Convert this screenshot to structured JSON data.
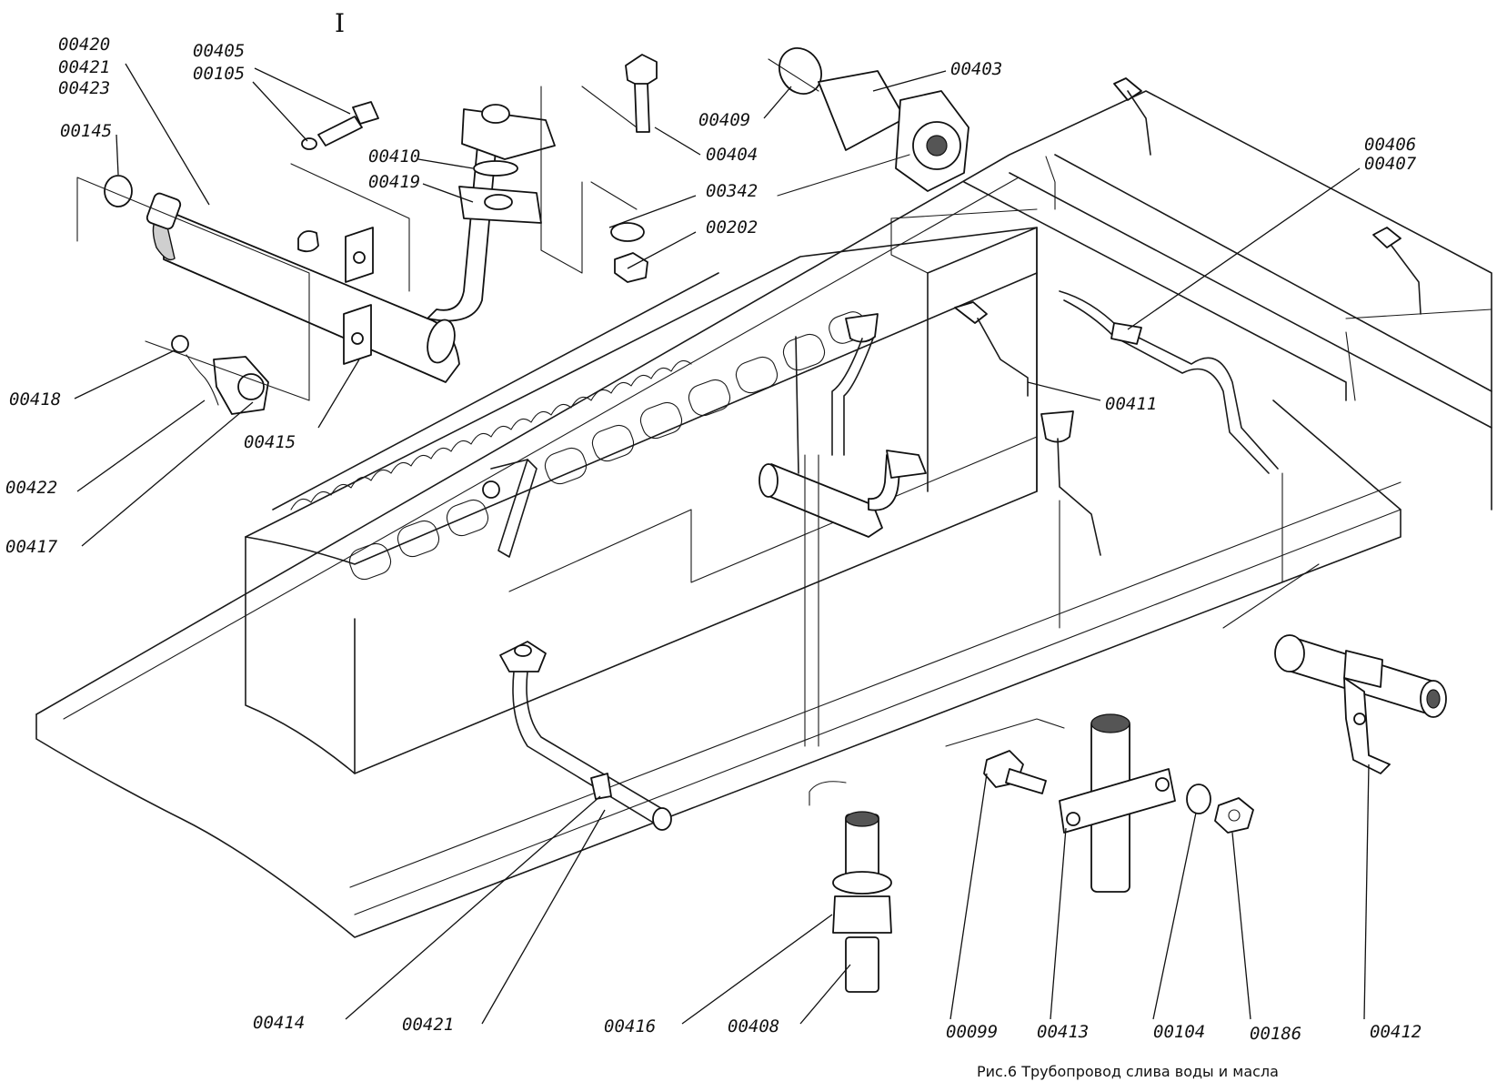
{
  "figure": {
    "section_mark": "I",
    "caption": "Рис.6 Трубопровод слива воды и масла"
  },
  "labels": {
    "p00420": "00420",
    "p00421a": "00421",
    "p00423": "00423",
    "p00405": "00405",
    "p00105": "00105",
    "p00145": "00145",
    "p00410": "00410",
    "p00419": "00419",
    "p00404": "00404",
    "p00342": "00342",
    "p00202": "00202",
    "p00409": "00409",
    "p00403": "00403",
    "p00406": "00406",
    "p00407": "00407",
    "p00418": "00418",
    "p00415": "00415",
    "p00422": "00422",
    "p00417": "00417",
    "p00411": "00411",
    "p00414": "00414",
    "p00421b": "00421",
    "p00416": "00416",
    "p00408": "00408",
    "p00099": "00099",
    "p00413": "00413",
    "p00104": "00104",
    "p00186": "00186",
    "p00412": "00412"
  }
}
